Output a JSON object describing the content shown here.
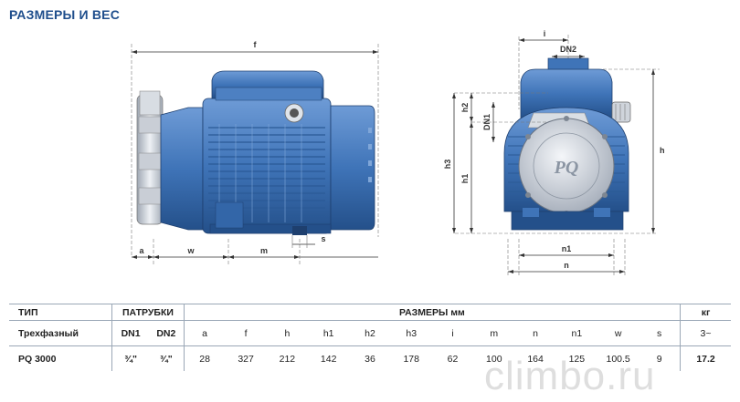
{
  "title": "РАЗМЕРЫ И ВЕС",
  "dimension_labels": {
    "f": "f",
    "a": "a",
    "w": "w",
    "m": "m",
    "s": "s",
    "i": "i",
    "dn2": "DN2",
    "dn1": "DN1",
    "h": "h",
    "h1": "h1",
    "h2": "h2",
    "h3": "h3",
    "n": "n",
    "n1": "n1"
  },
  "table": {
    "row1": {
      "type": "ТИП",
      "ports": "ПАТРУБКИ",
      "sizes": "РАЗМЕРЫ мм",
      "weight": "кг"
    },
    "row2": {
      "type": "Трехфазный",
      "dn1": "DN1",
      "dn2": "DN2",
      "cols": [
        "a",
        "f",
        "h",
        "h1",
        "h2",
        "h3",
        "i",
        "m",
        "n",
        "n1",
        "w",
        "s"
      ],
      "weight": "3~"
    },
    "row3": {
      "type": "PQ 3000",
      "dn1": "¾\"",
      "dn2": "¾\"",
      "values": [
        "28",
        "327",
        "212",
        "142",
        "36",
        "178",
        "62",
        "100",
        "164",
        "125",
        "100.5",
        "9"
      ],
      "weight": "17.2"
    }
  },
  "watermark": "climbo.ru",
  "colors": {
    "title": "#1f4e8c",
    "pump_blue": "#3f74b8",
    "pump_dark": "#24508a",
    "pump_light": "#7fa6d8",
    "metal": "#c9ced6"
  }
}
